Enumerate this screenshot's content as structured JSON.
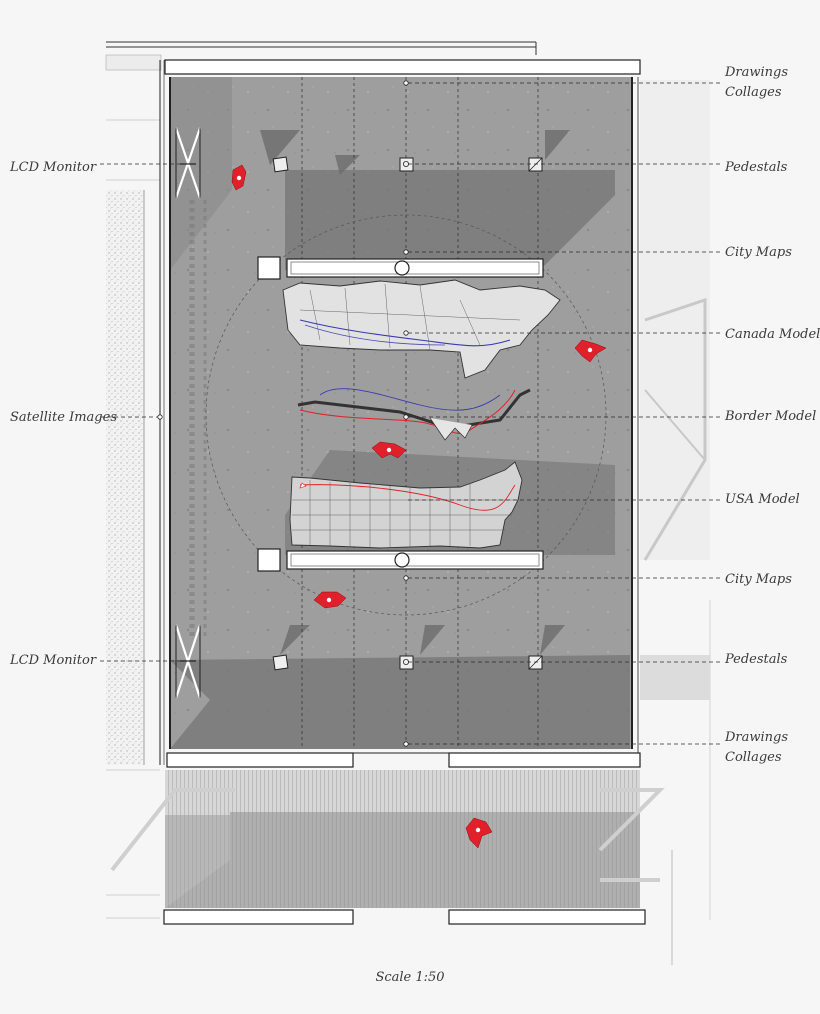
{
  "right_labels": [
    {
      "line1": "Drawings",
      "line2": "Collages"
    },
    {
      "line1": "Pedestals"
    },
    {
      "line1": "City Maps"
    },
    {
      "line1": "Canada Model"
    },
    {
      "line1": "Border Model"
    },
    {
      "line1": "USA Model"
    },
    {
      "line1": "City Maps"
    },
    {
      "line1": "Pedestals"
    },
    {
      "line1": "Drawings",
      "line2": "Collages"
    }
  ],
  "left_labels": [
    {
      "text": "LCD Monitor"
    },
    {
      "text": "Satellite Images"
    },
    {
      "text": "LCD Monitor"
    }
  ],
  "scale": "Scale 1:50",
  "colors": {
    "floor": "#9c9c9c",
    "shadow": "#6e6e6e",
    "accent_red": "#e0212b",
    "wall": "#ffffff",
    "line": "#2b2b2b"
  },
  "icons": [
    "figure-icon",
    "figure-icon",
    "figure-icon",
    "figure-icon",
    "figure-icon"
  ]
}
